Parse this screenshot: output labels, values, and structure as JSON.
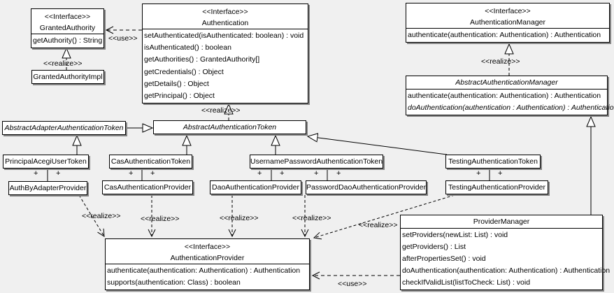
{
  "diagram": {
    "labels": {
      "use": "<<use>>",
      "realize": "<<realize>>",
      "plus": "+"
    },
    "classes": {
      "granted_authority": {
        "stereotype": "<<Interface>>",
        "name": "GrantedAuthority",
        "methods": [
          "getAuthority() : String"
        ]
      },
      "granted_authority_impl": {
        "name": "GrantedAuthorityImpl"
      },
      "authentication": {
        "stereotype": "<<Interface>>",
        "name": "Authentication",
        "methods": [
          "setAuthenticated(isAuthenticated: boolean) : void",
          "isAuthenticated() : boolean",
          "getAuthorities() : GrantedAuthority[]",
          "getCredentials() : Object",
          "getDetails() : Object",
          "getPrincipal() : Object"
        ]
      },
      "authentication_manager": {
        "stereotype": "<<Interface>>",
        "name": "AuthenticationManager",
        "methods": [
          "authenticate(authentication: Authentication) : Authentication"
        ]
      },
      "abstract_authentication_manager": {
        "name": "AbstractAuthenticationManager",
        "abstract": true,
        "methods": [
          "authenticate(authentication: Authentication) : Authentication",
          "doAuthentication(authentication : Authentication) : Authentication"
        ]
      },
      "abstract_adapter_authentication_token": {
        "name": "AbstractAdapterAuthenticationToken",
        "abstract": true
      },
      "abstract_authentication_token": {
        "name": "AbstractAuthenticationToken",
        "abstract": true
      },
      "principal_acegi_user_token": {
        "name": "PrincipalAcegiUserToken"
      },
      "cas_authentication_token": {
        "name": "CasAuthenticationToken"
      },
      "username_password_authentication_token": {
        "name": "UsernamePasswordAuthenticationToken"
      },
      "testing_authentication_token": {
        "name": "TestingAuthenticationToken"
      },
      "auth_by_adapter_provider": {
        "name": "AuthByAdapterProvider"
      },
      "cas_authentication_provider": {
        "name": "CasAuthenticationProvider"
      },
      "dao_authentication_provider": {
        "name": "DaoAuthenticationProvider"
      },
      "password_dao_authentication_provider": {
        "name": "PasswordDaoAuthenticationProvider"
      },
      "testing_authentication_provider": {
        "name": "TestingAuthenticationProvider"
      },
      "authentication_provider": {
        "stereotype": "<<Interface>>",
        "name": "AuthenticationProvider",
        "methods": [
          "authenticate(authentication: Authentication) : Authentication",
          "supports(authentication: Class) : boolean"
        ]
      },
      "provider_manager": {
        "name": "ProviderManager",
        "methods": [
          "setProviders(newList: List) : void",
          "getProviders() : List",
          "afterPropertiesSet() : void",
          "doAuthentication(authentication: Authentication) : Authentication",
          "checkIfValidList(listToCheck: List) : void"
        ]
      }
    },
    "relationships": [
      {
        "type": "use",
        "from": "Authentication",
        "to": "GrantedAuthority",
        "label": "<<use>>"
      },
      {
        "type": "realize",
        "from": "GrantedAuthorityImpl",
        "to": "GrantedAuthority",
        "label": "<<realize>>"
      },
      {
        "type": "realize",
        "from": "AbstractAuthenticationToken",
        "to": "Authentication",
        "label": "<<realize>>"
      },
      {
        "type": "realize",
        "from": "AbstractAuthenticationManager",
        "to": "AuthenticationManager",
        "label": "<<realize>>"
      },
      {
        "type": "generalization",
        "from": "AbstractAdapterAuthenticationToken",
        "to": "AbstractAuthenticationToken"
      },
      {
        "type": "generalization",
        "from": "PrincipalAcegiUserToken",
        "to": "AbstractAdapterAuthenticationToken"
      },
      {
        "type": "generalization",
        "from": "CasAuthenticationToken",
        "to": "AbstractAuthenticationToken"
      },
      {
        "type": "generalization",
        "from": "UsernamePasswordAuthenticationToken",
        "to": "AbstractAuthenticationToken"
      },
      {
        "type": "generalization",
        "from": "TestingAuthenticationToken",
        "to": "AbstractAuthenticationToken"
      },
      {
        "type": "generalization",
        "from": "ProviderManager",
        "to": "AbstractAuthenticationManager"
      },
      {
        "type": "association",
        "from": "PrincipalAcegiUserToken",
        "to": "AuthByAdapterProvider",
        "end_labels": [
          "+",
          "+"
        ]
      },
      {
        "type": "association",
        "from": "CasAuthenticationToken",
        "to": "CasAuthenticationProvider",
        "end_labels": [
          "+",
          "+"
        ]
      },
      {
        "type": "association",
        "from": "UsernamePasswordAuthenticationToken",
        "to": "DaoAuthenticationProvider",
        "end_labels": [
          "+",
          "+"
        ]
      },
      {
        "type": "association",
        "from": "UsernamePasswordAuthenticationToken",
        "to": "PasswordDaoAuthenticationProvider",
        "end_labels": [
          "+",
          "+"
        ]
      },
      {
        "type": "association",
        "from": "TestingAuthenticationToken",
        "to": "TestingAuthenticationProvider",
        "end_labels": [
          "+",
          "+"
        ]
      },
      {
        "type": "realize",
        "from": "AuthByAdapterProvider",
        "to": "AuthenticationProvider",
        "label": "<<realize>>"
      },
      {
        "type": "realize",
        "from": "CasAuthenticationProvider",
        "to": "AuthenticationProvider",
        "label": "<<realize>>"
      },
      {
        "type": "realize",
        "from": "DaoAuthenticationProvider",
        "to": "AuthenticationProvider",
        "label": "<<realize>>"
      },
      {
        "type": "realize",
        "from": "PasswordDaoAuthenticationProvider",
        "to": "AuthenticationProvider",
        "label": "<<realize>>"
      },
      {
        "type": "realize",
        "from": "TestingAuthenticationProvider",
        "to": "AuthenticationProvider",
        "label": "<<realize>>"
      },
      {
        "type": "use",
        "from": "ProviderManager",
        "to": "AuthenticationProvider",
        "label": "<<use>>"
      }
    ]
  }
}
